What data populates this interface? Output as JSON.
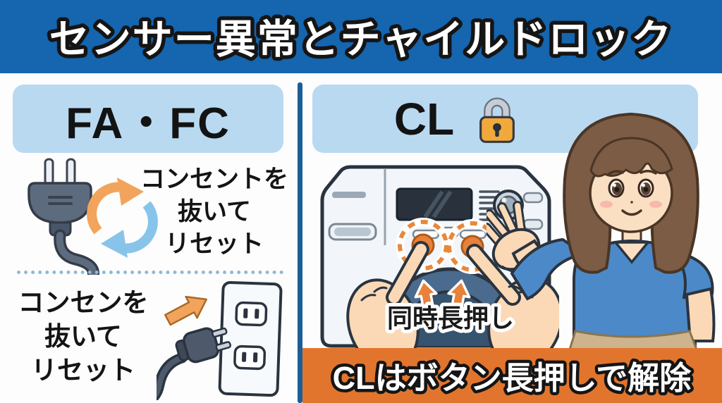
{
  "header": {
    "title": "センサー異常とチャイルドロック"
  },
  "left_panel": {
    "error_code": "FA・FC",
    "reset_instruction_top": "コンセントを\n抜いて\nリセット",
    "reset_instruction_bottom": "コンセンを\n抜いて\nリセット"
  },
  "right_panel": {
    "error_code": "CL",
    "simultaneous_press_label": "同時長押し",
    "banner_text": "CLはボタン長押しで解除"
  },
  "icons": {
    "plug": "power-plug-icon",
    "refresh": "refresh-arrows-icon",
    "lock": "padlock-icon",
    "outlet": "wall-outlet-icon",
    "unplug_arrow": "unplug-arrow-icon",
    "press_arrows": "press-up-arrows-icon"
  },
  "colors": {
    "header_bg": "#1565AF",
    "code_box_bg": "#B9D9F1",
    "banner_bg": "#E2752D",
    "divider_blue": "#1B5E96",
    "accent_orange": "#E8813A",
    "refresh_blue": "#88C4EA"
  }
}
